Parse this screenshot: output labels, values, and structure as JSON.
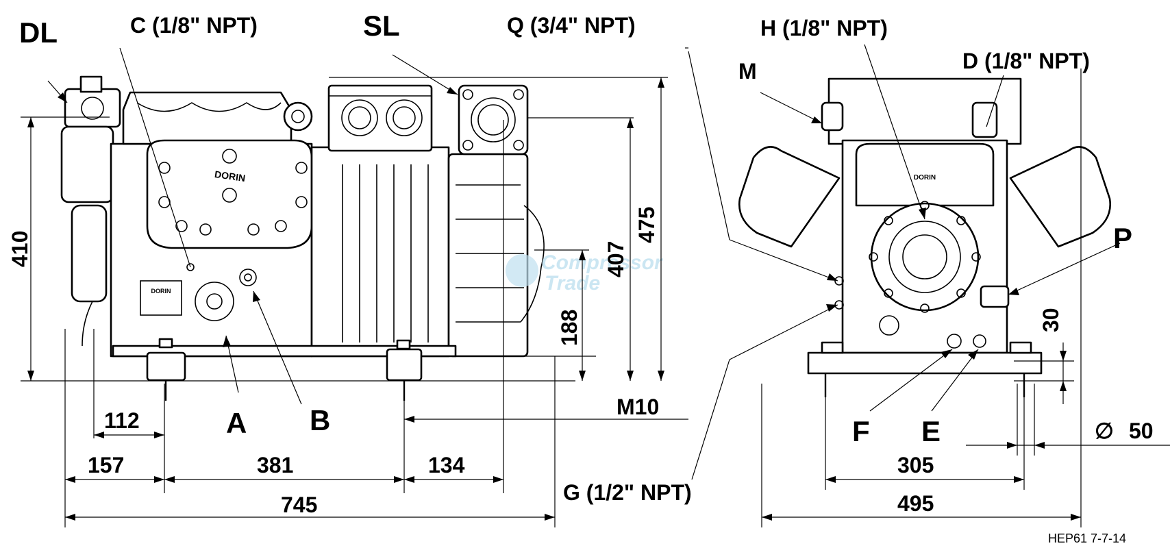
{
  "labels": {
    "DL": "DL",
    "C": "C (1/8\" NPT)",
    "SL": "SL",
    "Q": "Q (3/4\" NPT)",
    "H": "H (1/8\" NPT)",
    "M": "M",
    "D": "D (1/8\" NPT)",
    "P": "P",
    "A": "A",
    "B": "B",
    "F": "F",
    "E": "E",
    "G": "G (1/2\" NPT)",
    "M10": "M10"
  },
  "dimensions": {
    "d410": "410",
    "d407": "407",
    "d475": "475",
    "d188": "188",
    "d112": "112",
    "d157": "157",
    "d381": "381",
    "d134": "134",
    "d745": "745",
    "d305": "305",
    "d495": "495",
    "d30": "30",
    "d50": "50",
    "dia_symbol": "∅"
  },
  "nameplate": {
    "brand_top": "DORIN",
    "brand_side": "DORIN",
    "brand_end": "DORIN"
  },
  "watermark": {
    "line1": "Compressor",
    "line2": "Trade"
  },
  "drawing_code": "HEP61 7-7-14",
  "colors": {
    "ink": "#000000",
    "watermark": "#bfe0f0"
  }
}
